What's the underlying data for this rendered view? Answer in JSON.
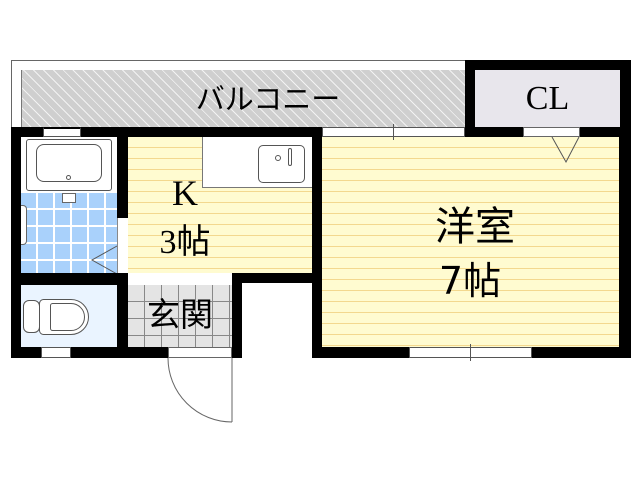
{
  "floorplan": {
    "rooms": {
      "balcony": {
        "label": "バルコニー"
      },
      "closet": {
        "label": "CL"
      },
      "kitchen": {
        "label": "K",
        "size": "3帖"
      },
      "western_room": {
        "label": "洋室",
        "size": "7帖"
      },
      "entrance": {
        "label": "玄関"
      },
      "bathroom": {
        "label": ""
      },
      "toilet": {
        "label": ""
      }
    },
    "colors": {
      "wall": "#000000",
      "floor": "#fffbd0",
      "floor_line": "#f3d88e",
      "balcony_hatch": "#cfcfcf",
      "closet": "#e8e6ec",
      "bath_tile": "#a9d1fb",
      "toilet_floor": "#eaf4ff",
      "entrance_tile": "#e4e4e4"
    }
  }
}
